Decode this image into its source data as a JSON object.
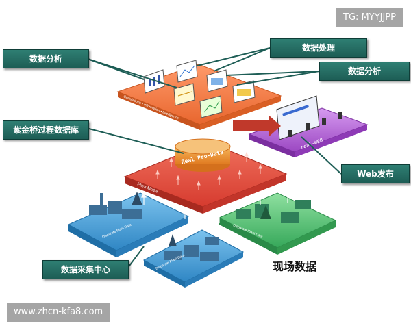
{
  "watermark_top": "TG: MYYJJPP",
  "watermark_bottom": "www.zhcn-kfa8.com",
  "callouts": {
    "analysis_left": "数据分析",
    "processing": "数据处理",
    "analysis_right": "数据分析",
    "process_db": "紫金桥过程数据库",
    "web_publish": "Web发布",
    "collection_center": "数据采集中心"
  },
  "field_data_label": "现场数据",
  "top_layer_label": "Calculations • Information • Intelligence",
  "middle_layer_label": "Plant Model",
  "cylinder_label": "Real Pro-Data",
  "web_panel_label": "real-WEB",
  "plant_panels": [
    "Disparate Plant Data",
    "Disparate Plant Data",
    "Disparate Plant Data"
  ],
  "colors": {
    "callout_bg": "#1d5d55",
    "top_layer": "#f07a45",
    "middle_layer": "#e2463a",
    "cylinder": "#f0a040",
    "web_layer": "#b56ad6",
    "plant_blue": "#3a93cf",
    "plant_green": "#4dbb6a"
  }
}
